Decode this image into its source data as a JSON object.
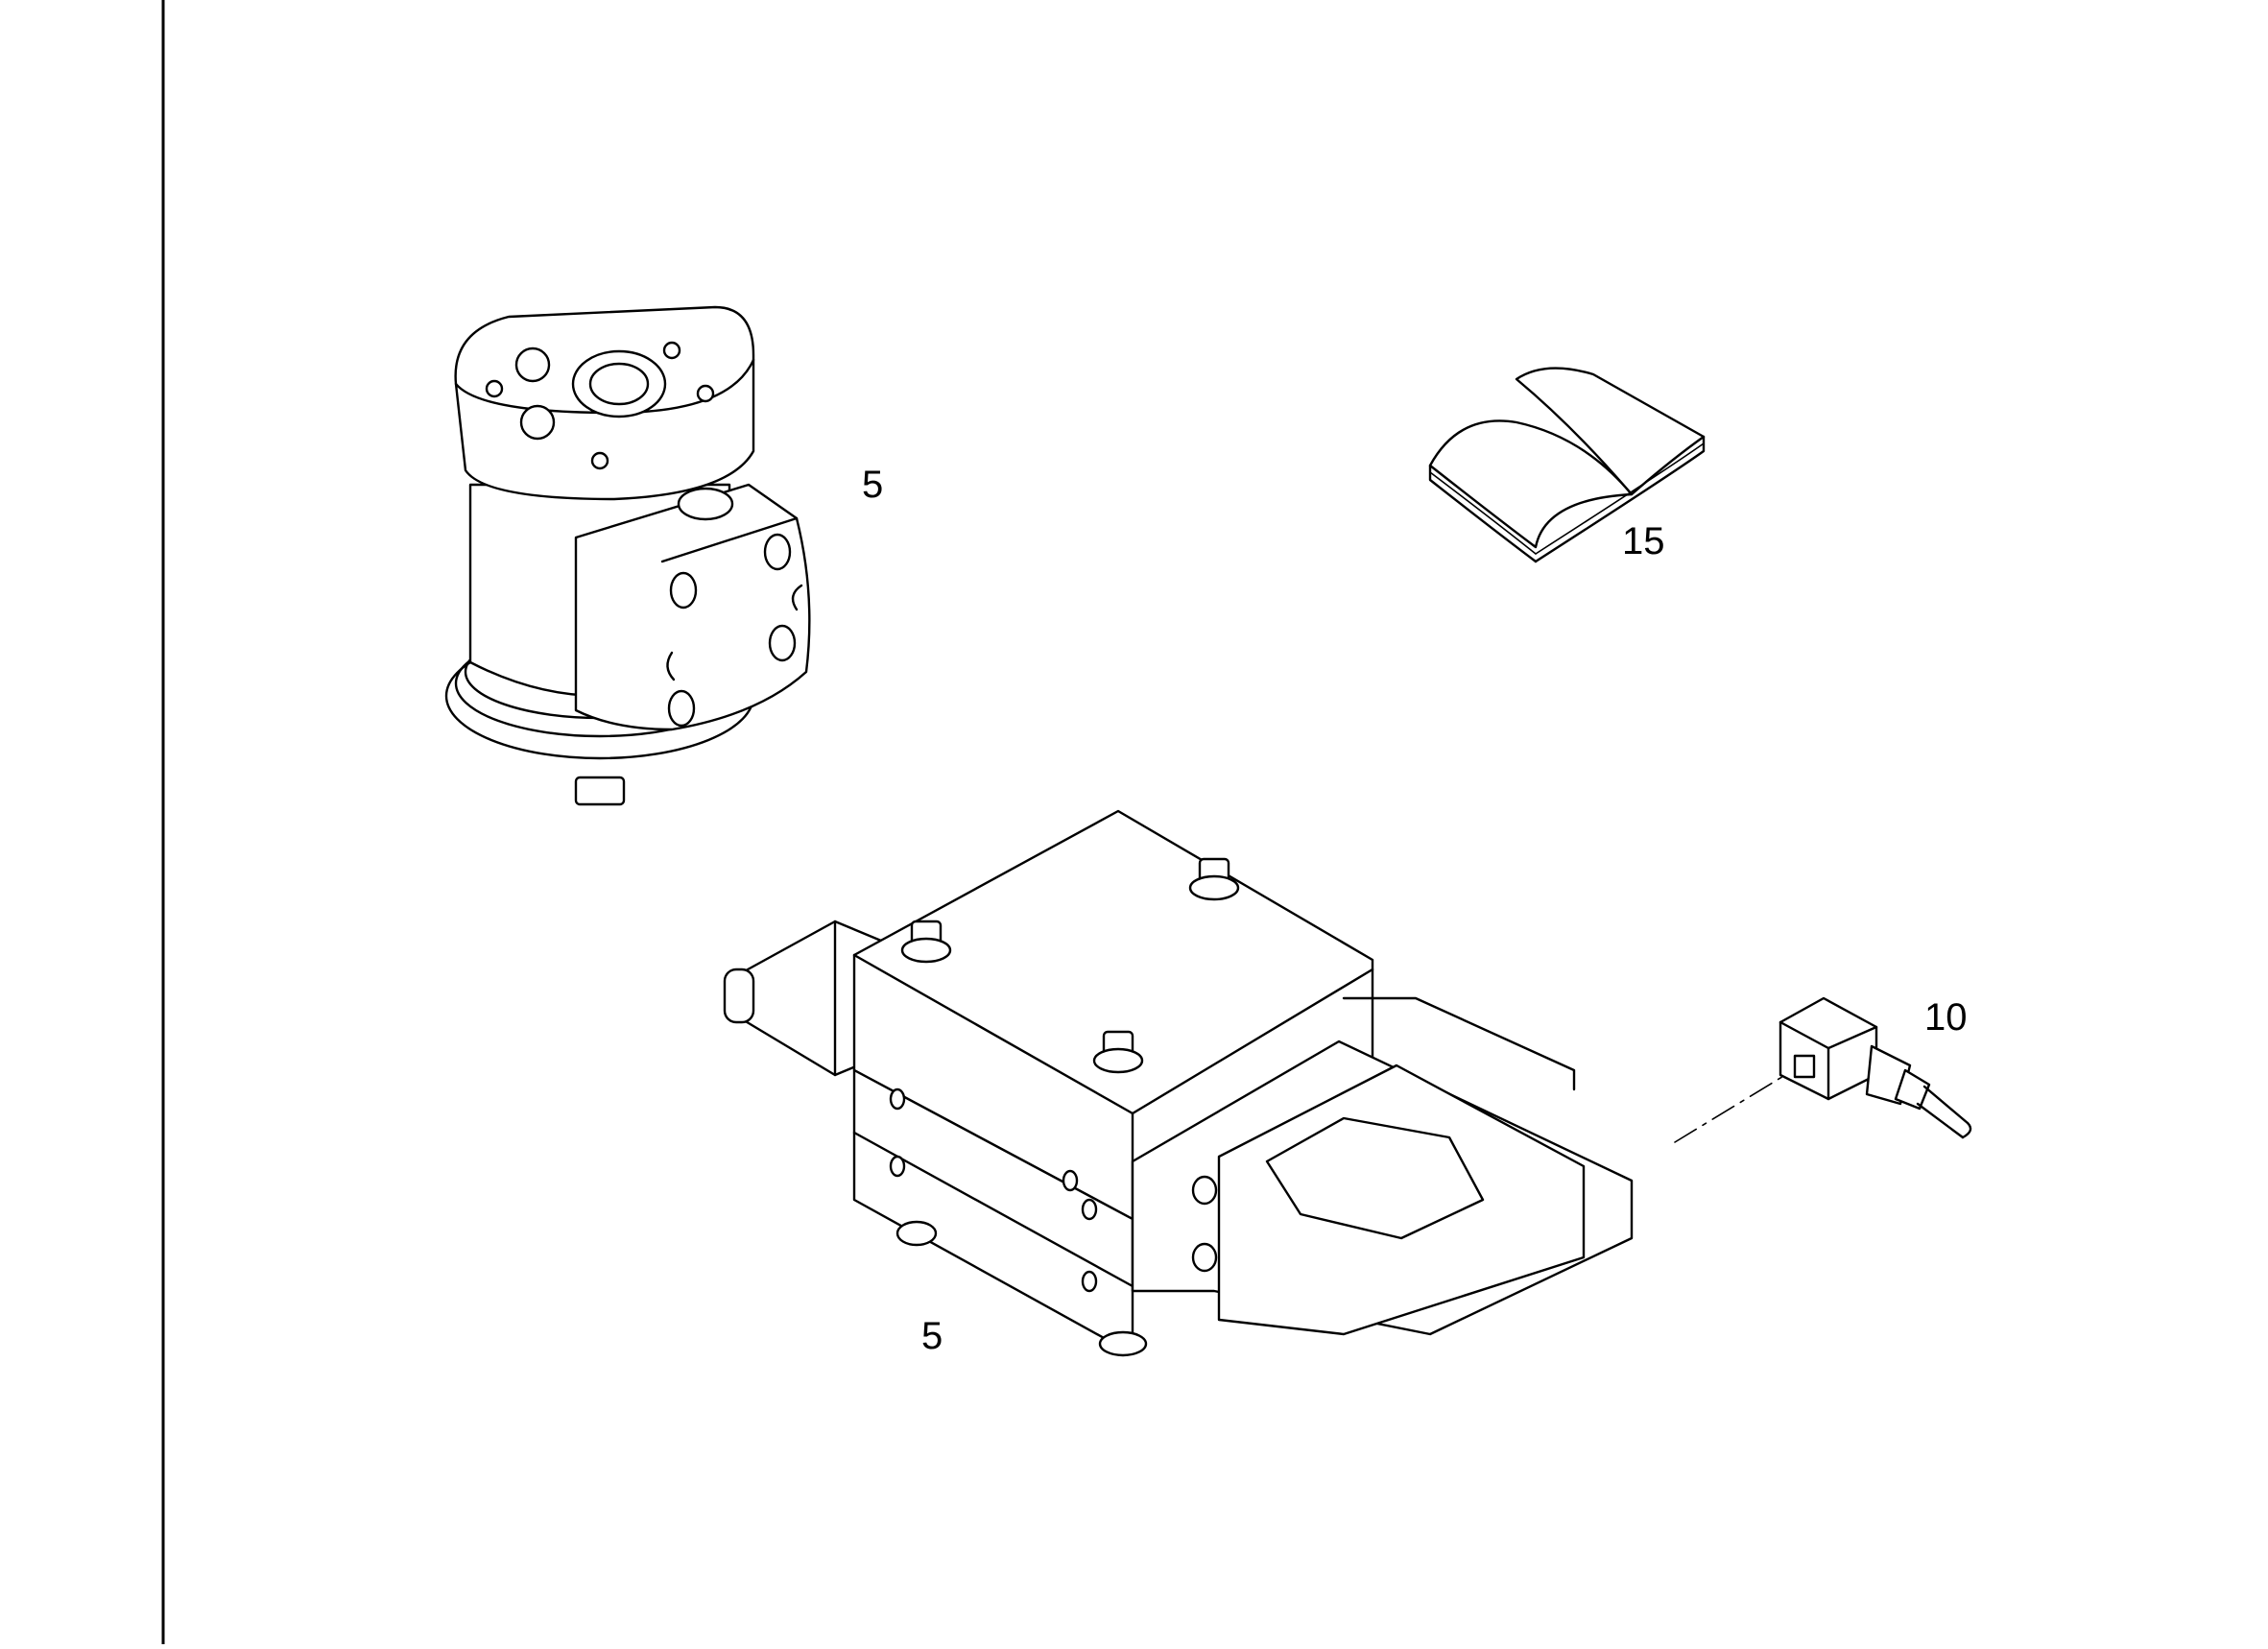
{
  "callouts": {
    "steering_unit": "5",
    "valve_block": "5",
    "manual": "15",
    "connector": "10"
  },
  "colors": {
    "line": "#000000",
    "background": "#ffffff"
  }
}
